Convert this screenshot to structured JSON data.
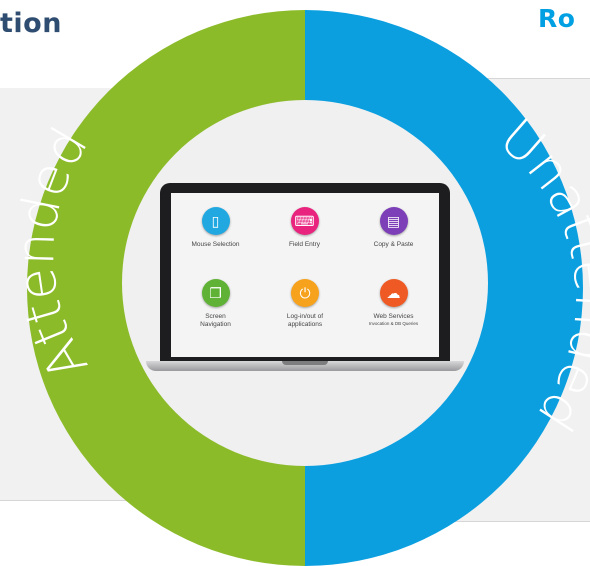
{
  "headings": {
    "left": "tion",
    "right": "Ro"
  },
  "ring": {
    "left_label": "Attended",
    "right_label": "Unattended",
    "left_color": "#8cbb2a",
    "right_color": "#0b9fe0",
    "center_color": "#f0f0f0"
  },
  "apps": [
    {
      "label": "Mouse Selection",
      "sublabel": "",
      "icon": "mouse-icon",
      "color": "#22a8e0",
      "glyph": "▯"
    },
    {
      "label": "Field Entry",
      "sublabel": "",
      "icon": "password-field-icon",
      "color": "#e8247f",
      "glyph": "⌨"
    },
    {
      "label": "Copy & Paste",
      "sublabel": "",
      "icon": "clipboard-icon",
      "color": "#7c3fb7",
      "glyph": "▤"
    },
    {
      "label": "Screen Navigation",
      "sublabel": "",
      "icon": "windows-icon",
      "color": "#5fb236",
      "glyph": "❐"
    },
    {
      "label": "Log-in/out of applications",
      "sublabel": "",
      "icon": "power-icon",
      "color": "#f7a21c",
      "glyph": "⏻"
    },
    {
      "label": "Web Services",
      "sublabel": "Invocation & DB Queries",
      "icon": "cloud-icon",
      "color": "#ef5a24",
      "glyph": "☁"
    }
  ]
}
